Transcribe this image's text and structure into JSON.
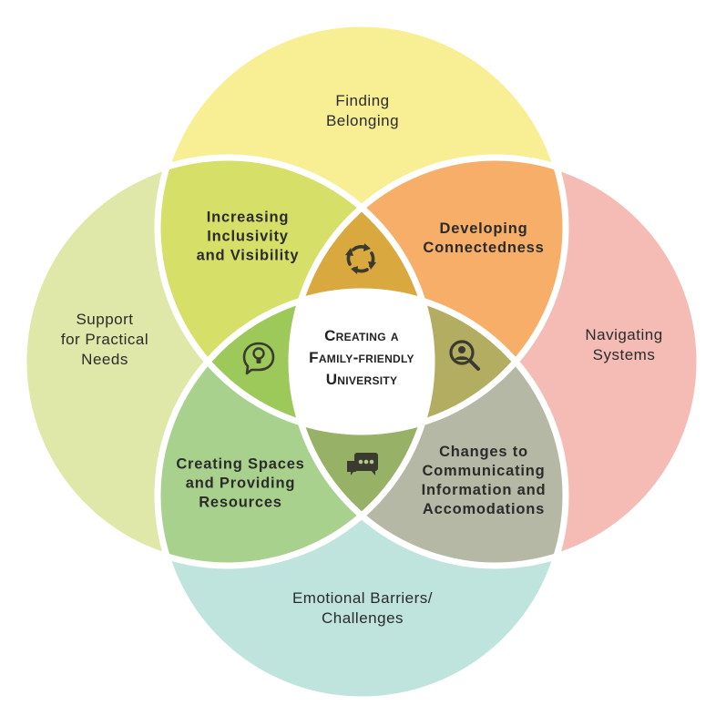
{
  "title": "Creating a Family-friendly University",
  "center_label": "Creating a\nFamily-friendly\nUniversity",
  "outer_circles": [
    {
      "id": "top",
      "label": "Finding\nBelonging",
      "color": "#f8ef94"
    },
    {
      "id": "left",
      "label": "Support\nfor Practical\nNeeds",
      "color": "#dfe8a8"
    },
    {
      "id": "right",
      "label": "Navigating\nSystems",
      "color": "#f5bcb6"
    },
    {
      "id": "bottom",
      "label": "Emotional Barriers/\nChallenges",
      "color": "#bfe3dd"
    }
  ],
  "petals": [
    {
      "id": "top-left",
      "label": "Increasing\nInclusivity\nand Visibility",
      "color": "#d6df68"
    },
    {
      "id": "top-right",
      "label": "Developing\nConnectedness",
      "color": "#f6ae68"
    },
    {
      "id": "bottom-left",
      "label": "Creating Spaces\nand Providing\nResources",
      "color": "#a9d18e"
    },
    {
      "id": "bottom-right",
      "label": "Changes to\nCommunicating\nInformation and\nAccomodations",
      "color": "#b5b8a4"
    }
  ],
  "lenses": [
    {
      "id": "top",
      "icon": "refresh-cycle-icon",
      "color": "#d9a93f"
    },
    {
      "id": "left",
      "icon": "lightbulb-chat-icon",
      "color": "#9dc85a"
    },
    {
      "id": "right",
      "icon": "person-search-icon",
      "color": "#b3ad62"
    },
    {
      "id": "bottom",
      "icon": "chat-bubbles-icon",
      "color": "#97b267"
    }
  ],
  "center_color": "#ffffff",
  "icon_color": "#3a3a2e"
}
